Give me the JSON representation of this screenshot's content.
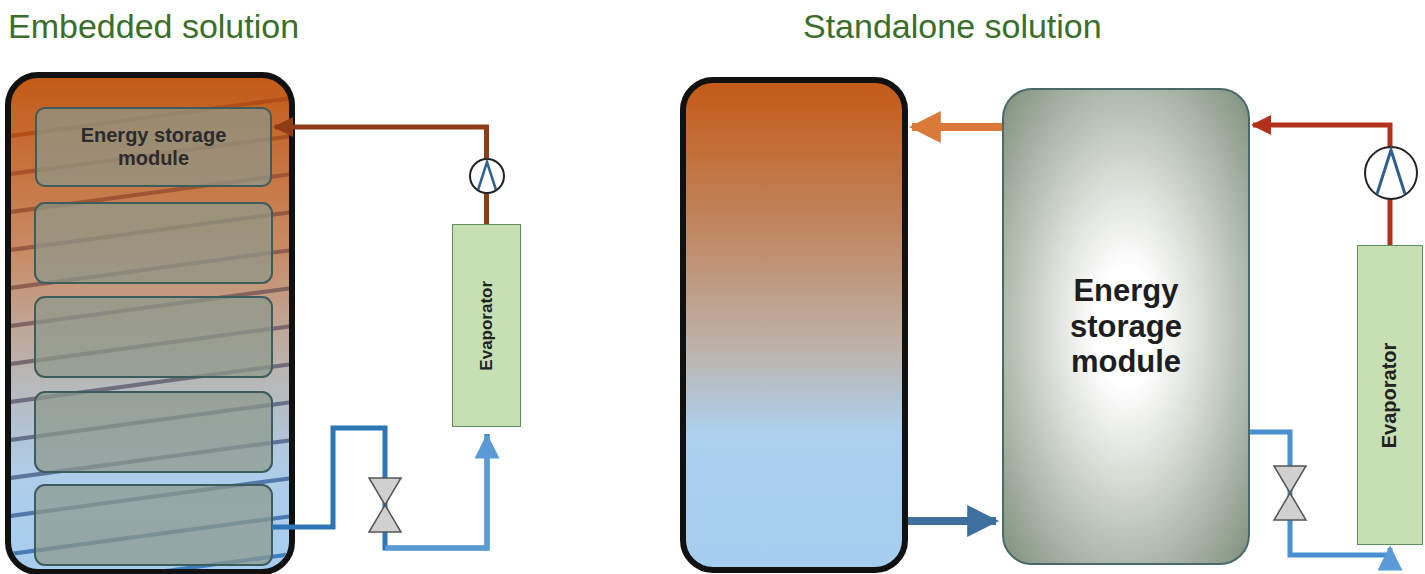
{
  "diagram": {
    "nodes": [
      {
        "text": [
          "Energy storage module"
        ]
      },
      {
        "text": [
          "Evaporator"
        ]
      },
      {
        "text": [
          "Energy storage module"
        ]
      },
      {
        "text": [
          "Evaporator"
        ]
      }
    ],
    "edges": [
      {
        "from": 1,
        "to": 0,
        "arrow": "to"
      },
      {
        "from": 3,
        "to": 2,
        "arrow": "to"
      },
      {
        "from": 2,
        "to": 3,
        "arrow": "to"
      }
    ],
    "labels": [
      "Embedded solution",
      "Standalone solution"
    ]
  }
}
